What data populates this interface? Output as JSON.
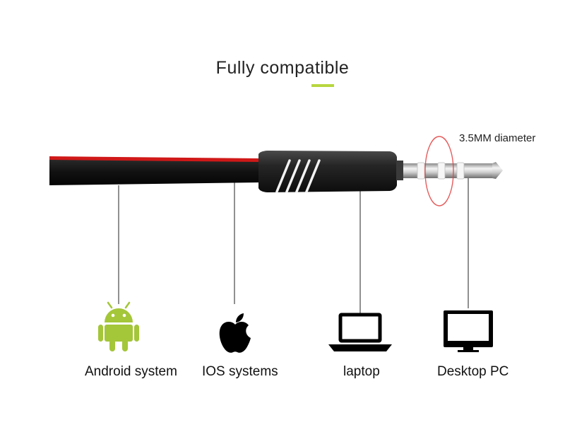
{
  "title": "Fully compatible",
  "diameter_label": "3.5MM diameter",
  "devices": [
    {
      "label": "Android system",
      "icon": "android-icon"
    },
    {
      "label": "IOS systems",
      "icon": "apple-icon"
    },
    {
      "label": "laptop",
      "icon": "laptop-icon"
    },
    {
      "label": "Desktop PC",
      "icon": "desktop-pc-icon"
    }
  ],
  "colors": {
    "accent": "#b7d63e",
    "android_green": "#a4c639",
    "cable_black": "#111111",
    "cable_red": "#d01818",
    "diameter_ring": "#e04040"
  }
}
